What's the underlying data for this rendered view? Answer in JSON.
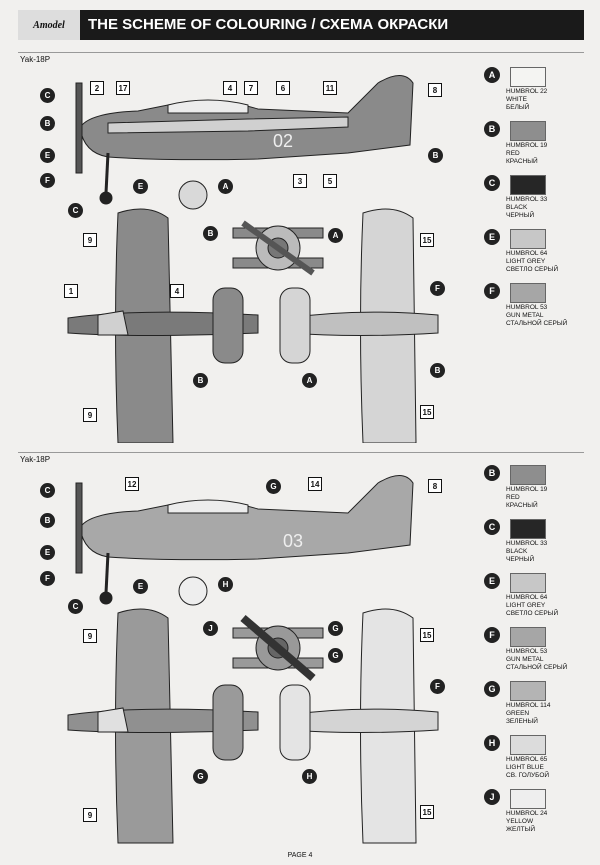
{
  "header": {
    "logo": "Amodel",
    "title": "THE SCHEME OF COLOURING / СХЕМА ОКРАСКИ"
  },
  "scheme1": {
    "label": "Yak-18P",
    "callouts": [
      "2",
      "17",
      "4",
      "7",
      "6",
      "11",
      "8",
      "3",
      "5",
      "9",
      "1",
      "4",
      "15",
      "9",
      "15"
    ],
    "balls": [
      "C",
      "B",
      "E",
      "F",
      "E",
      "A",
      "C",
      "B",
      "A",
      "B",
      "B",
      "A",
      "F",
      "B"
    ],
    "legend": [
      {
        "letter": "A",
        "color": "#f4f4f2",
        "line1": "HUMBROL 22",
        "line2": "WHITE",
        "line3": "БЕЛЫЙ"
      },
      {
        "letter": "B",
        "color": "#8e8e8e",
        "line1": "HUMBROL 19",
        "line2": "RED",
        "line3": "КРАСНЫЙ"
      },
      {
        "letter": "C",
        "color": "#262626",
        "line1": "HUMBROL 33",
        "line2": "BLACK",
        "line3": "ЧЕРНЫЙ"
      },
      {
        "letter": "E",
        "color": "#c7c7c7",
        "line1": "HUMBROL 64",
        "line2": "LIGHT GREY",
        "line3": "СВЕТЛО СЕРЫЙ"
      },
      {
        "letter": "F",
        "color": "#a6a6a6",
        "line1": "HUMBROL 53",
        "line2": "GUN METAL",
        "line3": "СТАЛЬНОЙ СЕРЫЙ"
      }
    ]
  },
  "scheme2": {
    "label": "Yak-18P",
    "callouts": [
      "12",
      "14",
      "8",
      "9",
      "15",
      "9",
      "15"
    ],
    "balls": [
      "C",
      "B",
      "E",
      "F",
      "E",
      "C",
      "G",
      "H",
      "J",
      "G",
      "G",
      "F",
      "G",
      "H"
    ],
    "legend": [
      {
        "letter": "B",
        "color": "#8e8e8e",
        "line1": "HUMBROL 19",
        "line2": "RED",
        "line3": "КРАСНЫЙ"
      },
      {
        "letter": "C",
        "color": "#262626",
        "line1": "HUMBROL 33",
        "line2": "BLACK",
        "line3": "ЧЕРНЫЙ"
      },
      {
        "letter": "E",
        "color": "#c7c7c7",
        "line1": "HUMBROL 64",
        "line2": "LIGHT GREY",
        "line3": "СВЕТЛО СЕРЫЙ"
      },
      {
        "letter": "F",
        "color": "#a6a6a6",
        "line1": "HUMBROL 53",
        "line2": "GUN METAL",
        "line3": "СТАЛЬНОЙ СЕРЫЙ"
      },
      {
        "letter": "G",
        "color": "#b4b4b4",
        "line1": "HUMBROL 114",
        "line2": "GREEN",
        "line3": "ЗЕЛЕНЫЙ"
      },
      {
        "letter": "H",
        "color": "#dcdcdc",
        "line1": "HUMBROL 65",
        "line2": "LIGHT BLUE",
        "line3": "СВ. ГОЛУБОЙ"
      },
      {
        "letter": "J",
        "color": "#eeeeee",
        "line1": "HUMBROL 24",
        "line2": "YELLOW",
        "line3": "ЖЕЛТЫЙ"
      }
    ]
  },
  "side_codes": {
    "s1": "02",
    "s2": "03"
  },
  "footer": {
    "page": "PAGE 4"
  }
}
